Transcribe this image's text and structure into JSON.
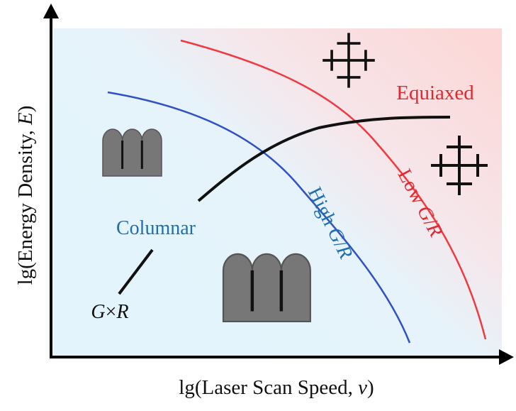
{
  "axes": {
    "x_label": {
      "pre": "lg(Laser Scan Speed, ",
      "var": "v",
      "post": ")"
    },
    "y_label": {
      "pre": "lg(Energy Density, ",
      "var": "E",
      "post": ")"
    }
  },
  "regions": {
    "columnar": {
      "label": "Columnar",
      "color": "#1f6fb0"
    },
    "equiaxed": {
      "label": "Equiaxed",
      "color": "#e02830"
    }
  },
  "curves": {
    "high_gr": {
      "pre": "High ",
      "g": "G",
      "slash": "/",
      "r": "R",
      "color": "#3050c8"
    },
    "low_gr": {
      "pre": "Low ",
      "g": "G",
      "slash": "/",
      "r": "R",
      "color": "#f03a40"
    },
    "gxr": {
      "g": "G",
      "times": "×",
      "r": "R",
      "color": "#111111"
    }
  },
  "icons": [
    "columnar-grain-icon",
    "columnar-grain-icon",
    "equiaxed-dendrite-icon",
    "equiaxed-dendrite-icon"
  ],
  "colors": {
    "background_low": "#e3f4fc",
    "background_high": "#fcdcdc"
  }
}
